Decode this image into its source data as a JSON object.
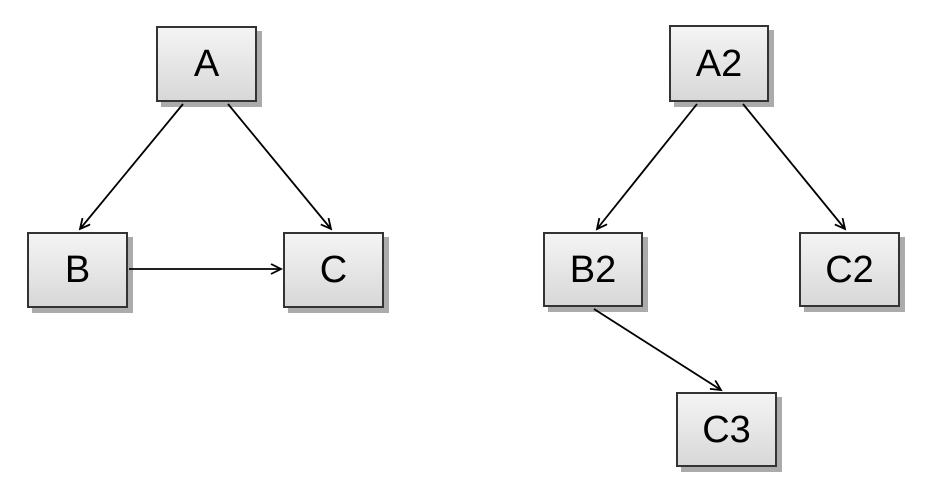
{
  "diagram": {
    "background": "#ffffff",
    "node_style": {
      "fill_top": "#f4f4f4",
      "fill_bottom": "#d8d8d8",
      "border_color": "#333333",
      "shadow_color": "#ababab",
      "text_color": "#000000"
    },
    "edge_style": {
      "color": "#000000",
      "arrowhead": "open-v"
    },
    "graphs": [
      {
        "name": "left-graph",
        "nodes": [
          {
            "id": "A",
            "label": "A"
          },
          {
            "id": "B",
            "label": "B"
          },
          {
            "id": "C",
            "label": "C"
          }
        ],
        "edges": [
          {
            "from": "A",
            "to": "B"
          },
          {
            "from": "A",
            "to": "C"
          },
          {
            "from": "B",
            "to": "C"
          }
        ]
      },
      {
        "name": "right-graph",
        "nodes": [
          {
            "id": "A2",
            "label": "A2"
          },
          {
            "id": "B2",
            "label": "B2"
          },
          {
            "id": "C2",
            "label": "C2"
          },
          {
            "id": "C3",
            "label": "C3"
          }
        ],
        "edges": [
          {
            "from": "A2",
            "to": "B2"
          },
          {
            "from": "A2",
            "to": "C2"
          },
          {
            "from": "B2",
            "to": "C3"
          }
        ]
      }
    ]
  }
}
